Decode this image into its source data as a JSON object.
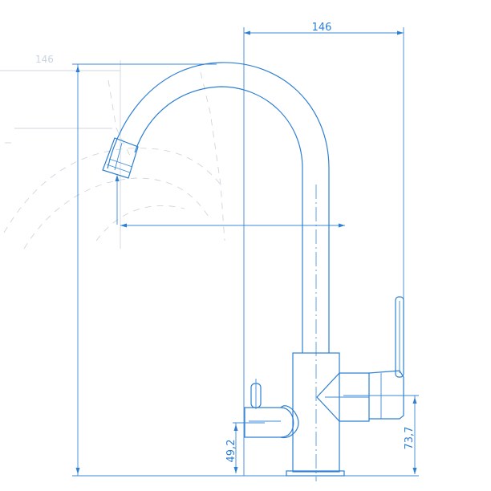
{
  "dimensions": {
    "width_top": "146",
    "base_height_left": "49,2",
    "base_height_right": "73,7",
    "ghost_label": "146"
  },
  "colors": {
    "line": "#2d7fd3",
    "ghost": "#cfd6de"
  }
}
